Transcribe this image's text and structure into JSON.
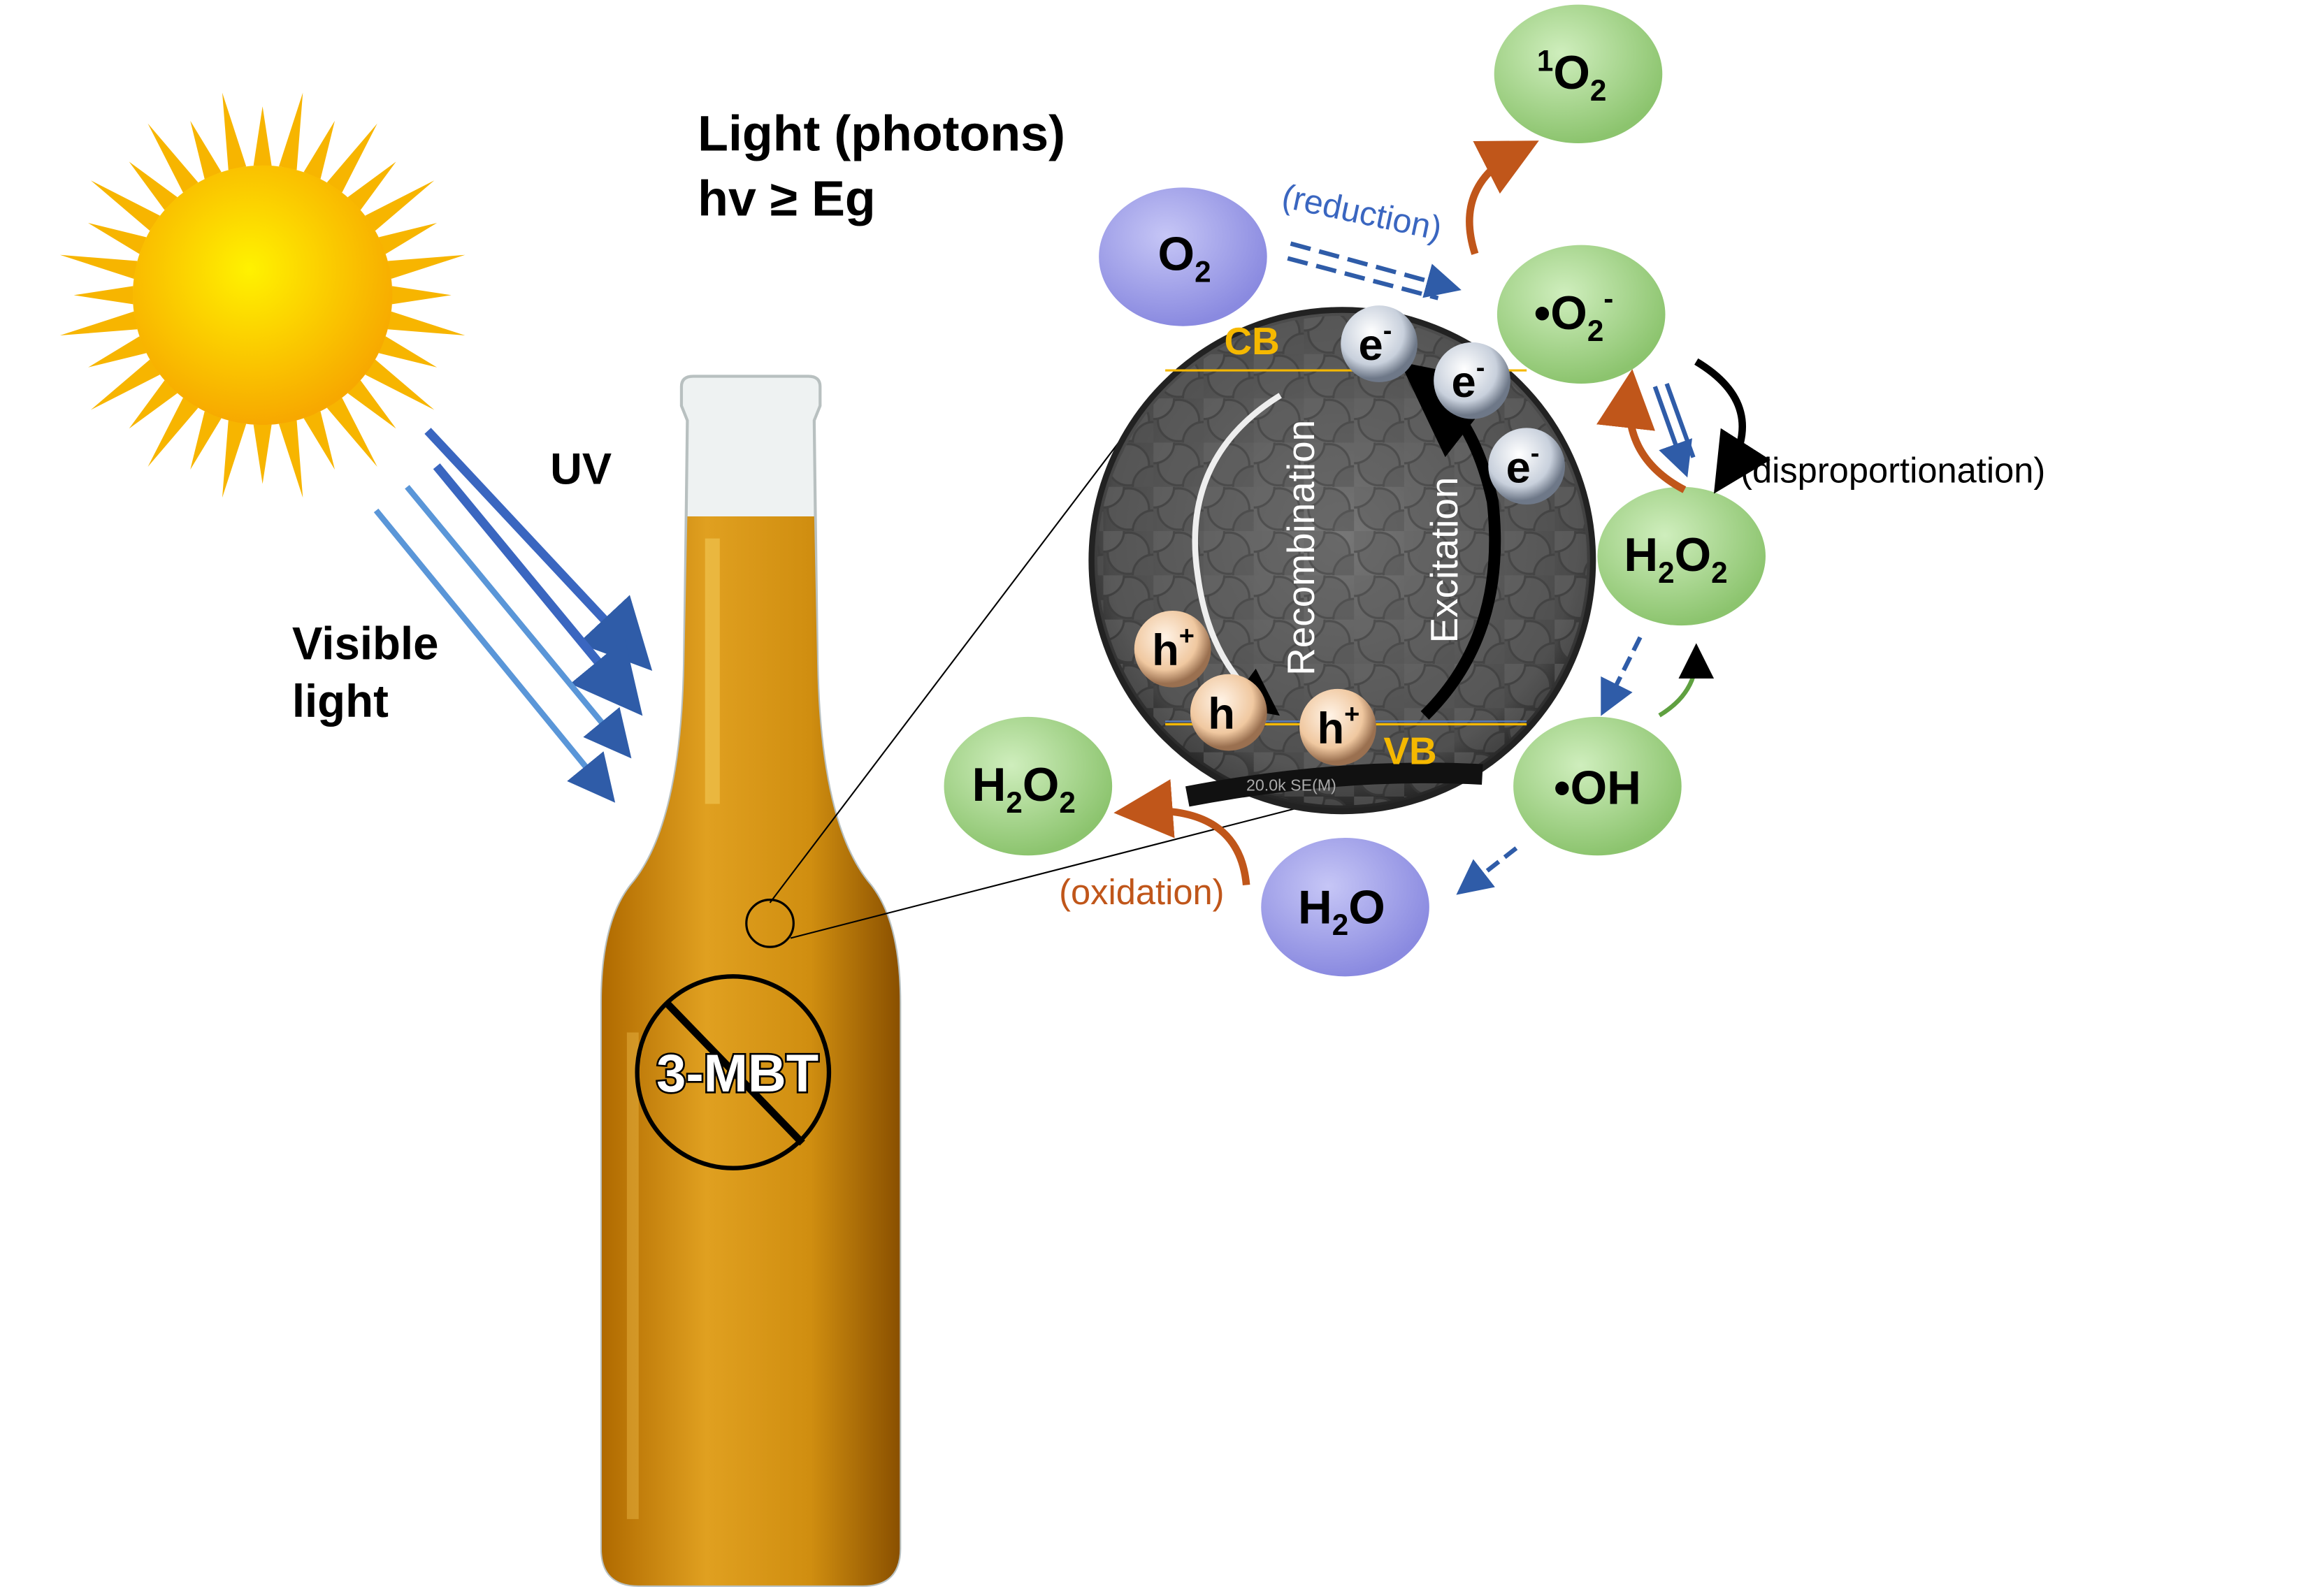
{
  "title": {
    "line1": "Light (photons)",
    "line2": "hv ≥ Eg"
  },
  "light_labels": {
    "uv": "UV",
    "visible_1": "Visible",
    "visible_2": "light"
  },
  "bottle_label": "3-MBT",
  "band_labels": {
    "cb": "CB",
    "vb": "VB"
  },
  "process_labels": {
    "recombination": "Recombination",
    "excitation": "Excitation"
  },
  "carriers": {
    "electron": "e",
    "electron_sup": "-",
    "hole": "h",
    "hole_sup": "+"
  },
  "sem_caption": "20.0k SE(M)",
  "species": {
    "o2": {
      "main": "O",
      "sub": "2"
    },
    "singlet_o2": {
      "sup": "1",
      "main": "O",
      "sub": "2"
    },
    "superoxide": {
      "pre": "•O",
      "sub": "2",
      "sup": "-"
    },
    "h2o2_right": {
      "a": "H",
      "s1": "2",
      "b": "O",
      "s2": "2"
    },
    "hydroxyl": {
      "text": "•OH"
    },
    "h2o": {
      "a": "H",
      "s1": "2",
      "b": "O"
    },
    "h2o2_left": {
      "a": "H",
      "s1": "2",
      "b": "O",
      "s2": "2"
    }
  },
  "reaction_labels": {
    "reduction": "(reduction)",
    "disproportionation": "(disproportionation)",
    "oxidation": "(oxidation)"
  },
  "colors": {
    "green": "#a9d88e",
    "purple": "#a3a3ec",
    "orange_arrow": "#c0561a",
    "blue_arrow": "#2f5ca8",
    "band": "#f5b800"
  }
}
